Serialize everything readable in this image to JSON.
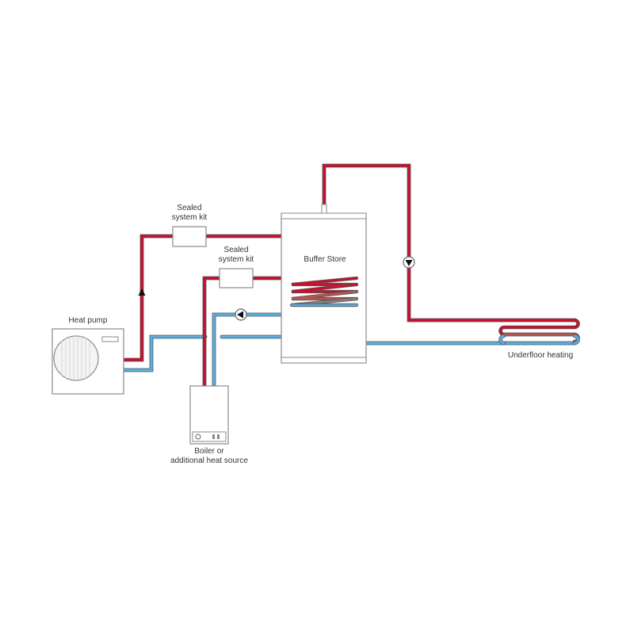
{
  "diagram": {
    "labels": {
      "heat_pump": "Heat pump",
      "sealed_kit_1_line1": "Sealed",
      "sealed_kit_1_line2": "system kit",
      "sealed_kit_2_line1": "Sealed",
      "sealed_kit_2_line2": "system kit",
      "buffer_store": "Buffer Store",
      "boiler_line1": "Boiler or",
      "boiler_line2": "additional heat source",
      "underfloor": "Underfloor heating"
    },
    "colors": {
      "hot": "#c8102e",
      "cold": "#5aaee0",
      "warm_mid": "#b5574f",
      "cool_mid": "#8a7f82",
      "outline": "#8a8a8a",
      "text": "#333333"
    },
    "components": [
      {
        "id": "heat-pump",
        "type": "outdoor unit"
      },
      {
        "id": "sealed-system-kit-1",
        "type": "sealed system kit"
      },
      {
        "id": "sealed-system-kit-2",
        "type": "sealed system kit"
      },
      {
        "id": "buffer-store",
        "type": "cylinder with coil"
      },
      {
        "id": "boiler",
        "type": "boiler or additional heat source"
      },
      {
        "id": "underfloor-heating",
        "type": "underfloor loop"
      }
    ],
    "pumps": [
      {
        "id": "pump-boiler-return",
        "direction": "left"
      },
      {
        "id": "pump-underfloor-flow",
        "direction": "down"
      }
    ],
    "flow_arrows": [
      {
        "id": "heat-pump-flow-arrow",
        "direction": "up"
      }
    ]
  }
}
